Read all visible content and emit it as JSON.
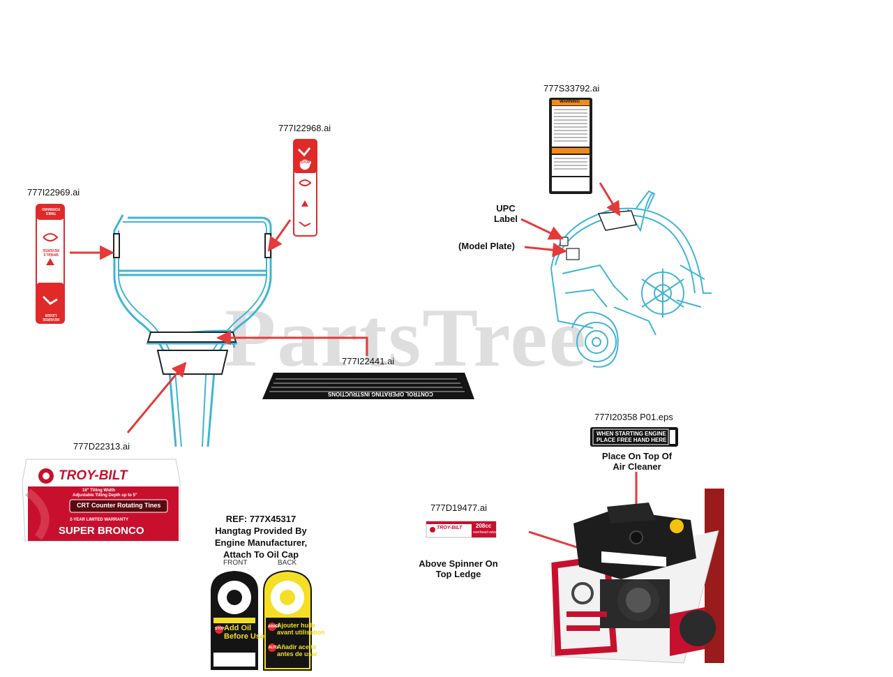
{
  "watermark": "PartsTree",
  "part_labels": {
    "p777s33792": "777S33792.ai",
    "p777i22968": "777I22968.ai",
    "p777i22969": "777I22969.ai",
    "p777i22441": "777I22441.ai",
    "p777d22313": "777D22313.ai",
    "p777i20358": "777I20358 P01.eps",
    "p777d19477": "777D19477.ai"
  },
  "callouts": {
    "upc_label": "UPC\nLabel",
    "model_plate": "(Model Plate)",
    "place_top": "Place On Top Of\nAir Cleaner",
    "above_spinner": "Above Spinner On\nTop Ledge",
    "hangtag": "REF: 777X45317\nHangtag Provided By\nEngine Manufacturer,\nAttach To Oil Cap",
    "front": "FRONT",
    "back": "BACK"
  },
  "decal_text": {
    "brand": "TROY-BILT",
    "tilling_line1": "16\" Tilling Width",
    "tilling_line2": "Adjustable Tilling Depth up to 5\"",
    "crt": "CRT Counter Rotating Tines",
    "warranty": "2-YEAR LIMITED WARRANTY",
    "model_name": "SUPER BRONCO",
    "engine_label_line1": "WHEN STARTING ENGINE",
    "engine_label_line2": "PLACE FREE HAND HERE",
    "brand_small": "TROY-BILT",
    "engine_cc": "208cc",
    "engine_valve": "overhead valve",
    "warning": "WARNING",
    "control_title": "CONTROL OPERATING INSTRUCTIONS",
    "stop": "STOP",
    "add_oil": "Add Oil\nBefore Use",
    "ajouter": "Ajouter huile\navant utilisation",
    "anadir": "Añadir aceite\nantes de usar",
    "arret": "ARRÊT",
    "alto": "ALTO",
    "reverse_lever": "REVERSE LEVER",
    "tines_forward": "TINES FORWARD",
    "wheels_reverse": "WHEELS REVERSE"
  },
  "colors": {
    "accent_red": "#e02a2a",
    "frame_blue": "#3fb4d6",
    "arrow_red": "#e53a3a",
    "engine_red": "#c8102e",
    "hangtag_yellow": "#f4df25"
  }
}
